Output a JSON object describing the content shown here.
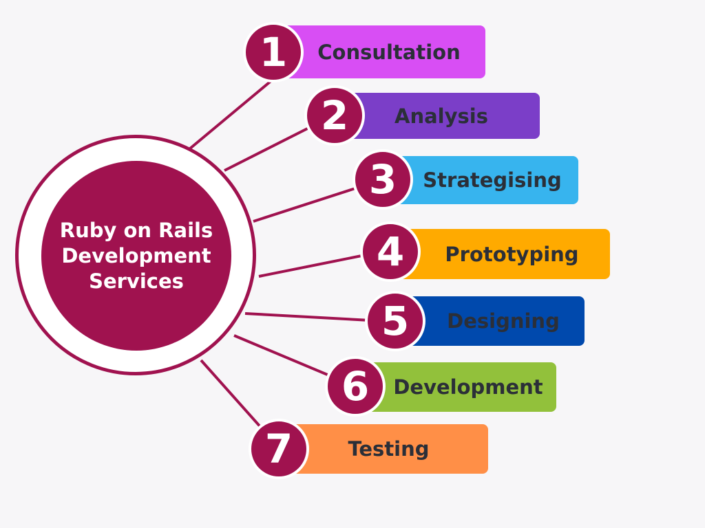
{
  "hub": {
    "lines": [
      "Ruby on Rails",
      "Development",
      "Services"
    ]
  },
  "items": [
    {
      "number": "1",
      "label": "Consultation",
      "color": "#d84ef4"
    },
    {
      "number": "2",
      "label": "Analysis",
      "color": "#7b3ec8"
    },
    {
      "number": "3",
      "label": "Strategising",
      "color": "#37b4ee"
    },
    {
      "number": "4",
      "label": "Prototyping",
      "color": "#ffaa00"
    },
    {
      "number": "5",
      "label": "Designing",
      "color": "#0049ad"
    },
    {
      "number": "6",
      "label": "Development",
      "color": "#92c13b"
    },
    {
      "number": "7",
      "label": "Testing",
      "color": "#ff8f47"
    }
  ],
  "colors": {
    "accent": "#a0124f",
    "background": "#f7f6f8",
    "label_text": "#2b2f38"
  }
}
